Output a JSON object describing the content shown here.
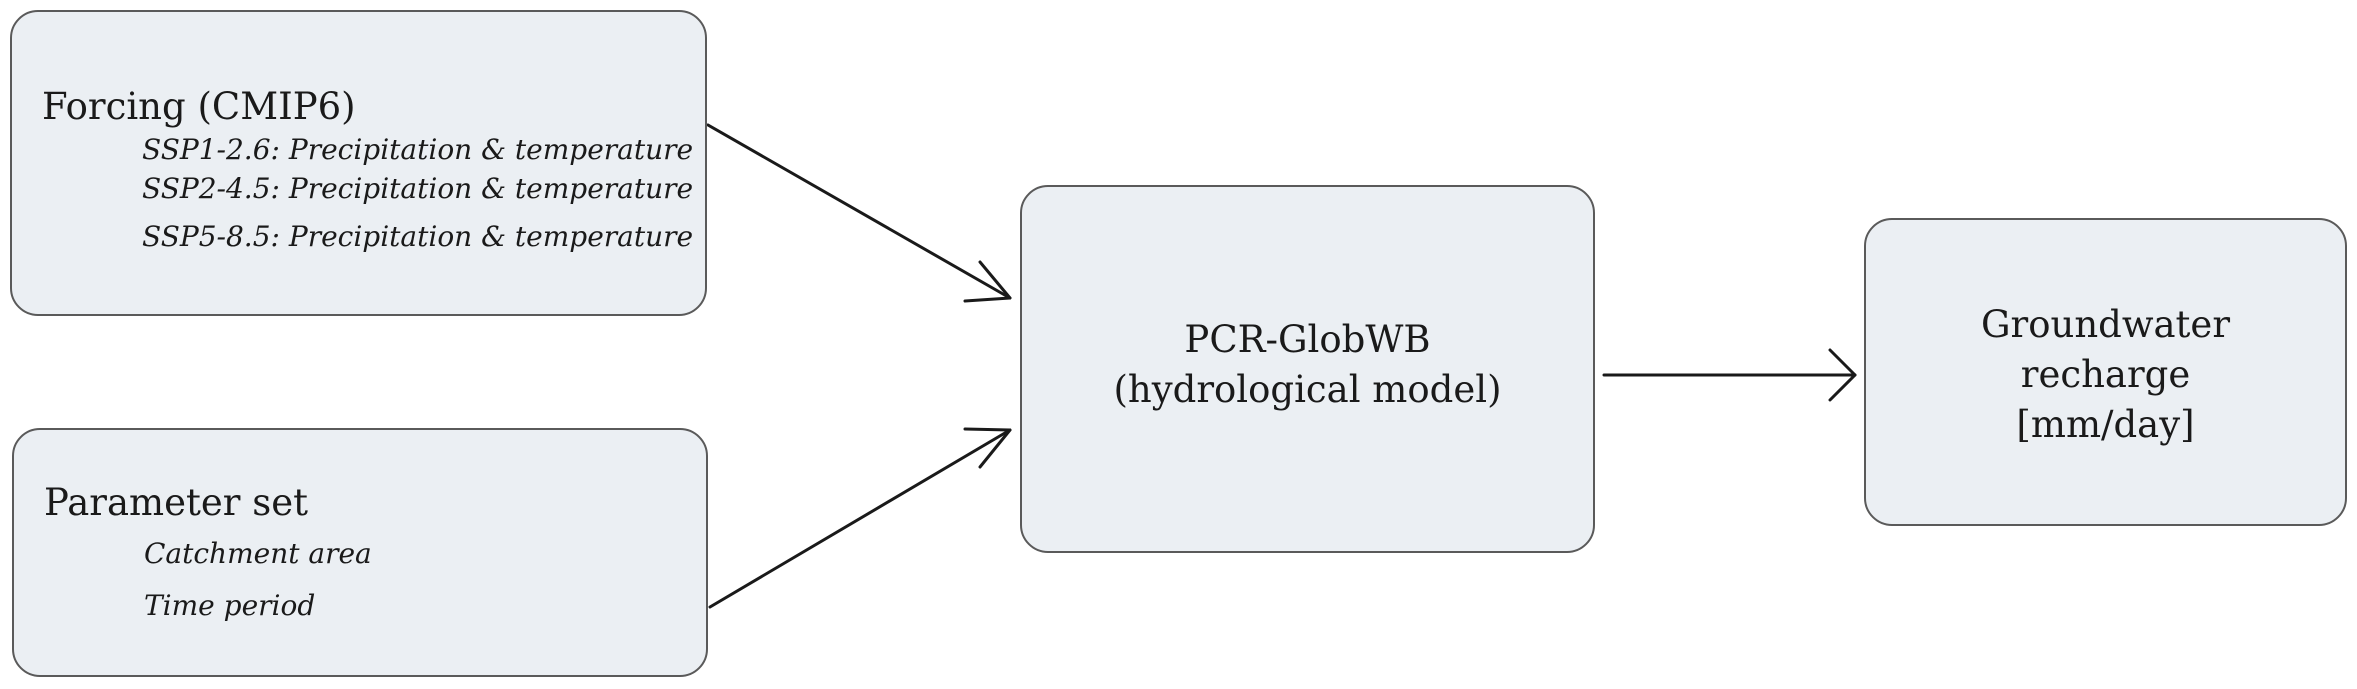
{
  "forcing": {
    "title": "Forcing (CMIP6)",
    "items": [
      "SSP1-2.6: Precipitation & temperature",
      "SSP2-4.5: Precipitation & temperature",
      "SSP5-8.5: Precipitation & temperature"
    ]
  },
  "parameters": {
    "title": "Parameter set",
    "items": [
      "Catchment area",
      "Time period"
    ]
  },
  "model": {
    "line1": "PCR-GlobWB",
    "line2": "(hydrological model)"
  },
  "output": {
    "line1": "Groundwater",
    "line2": "recharge",
    "line3": "[mm/day]"
  },
  "colors": {
    "box_fill": "#ebeff3",
    "box_border": "#5a5a5a",
    "arrow": "#1a1a1a"
  }
}
